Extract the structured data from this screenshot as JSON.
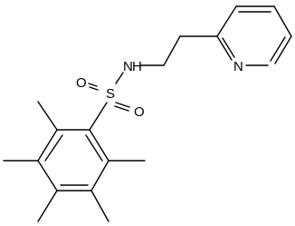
{
  "molecule": {
    "atoms": [
      {
        "label": "N",
        "name": "atom-nitrogen-amine"
      },
      {
        "label": "H",
        "name": "atom-hydrogen-amine"
      },
      {
        "label": "S",
        "name": "atom-sulfur"
      },
      {
        "label": "O",
        "name": "atom-oxygen-upper"
      },
      {
        "label": "O",
        "name": "atom-oxygen-lower"
      },
      {
        "label": "N",
        "name": "atom-nitrogen-pyridine"
      }
    ]
  }
}
